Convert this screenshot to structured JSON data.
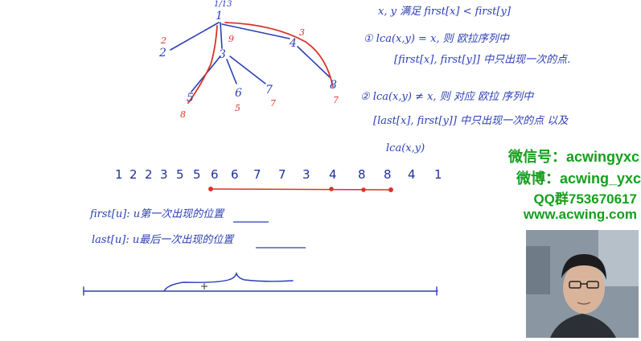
{
  "tree": {
    "root_label": "1",
    "root_note": "1/13",
    "nodes": [
      "2",
      "3",
      "4",
      "5",
      "6",
      "7",
      "8"
    ],
    "red_labels": [
      "2",
      "9",
      "3",
      "8",
      "5",
      "7",
      "7"
    ]
  },
  "notes": {
    "line1": "x, y  满足  first[x] < first[y]",
    "c1_line1": "① lca(x,y) = x,  则 欧拉序列中",
    "c1_line2": "[first[x], first[y]] 中只出现一次的点.",
    "c2_line1": "② lca(x,y) ≠ x,  则 对应 欧拉 序列中",
    "c2_line2": "[last[x], first[y]] 中只出现一次的点  以及",
    "c2_line3": "lca(x,y)"
  },
  "sequence": [
    "1",
    "2",
    "2",
    "3",
    "5",
    "5",
    "6",
    "6",
    "7",
    "7",
    "3",
    "4",
    "8",
    "8",
    "4",
    "1"
  ],
  "definitions": {
    "first": "first[u]: u第一次出现的位置",
    "last": "last[u]: u最后一次出现的位置"
  },
  "watermark": {
    "wechat": "微信号：acwingyxc",
    "weibo": "微博：acwing_yxc",
    "qq": "QQ群753670617",
    "site": "www.acwing.com"
  }
}
